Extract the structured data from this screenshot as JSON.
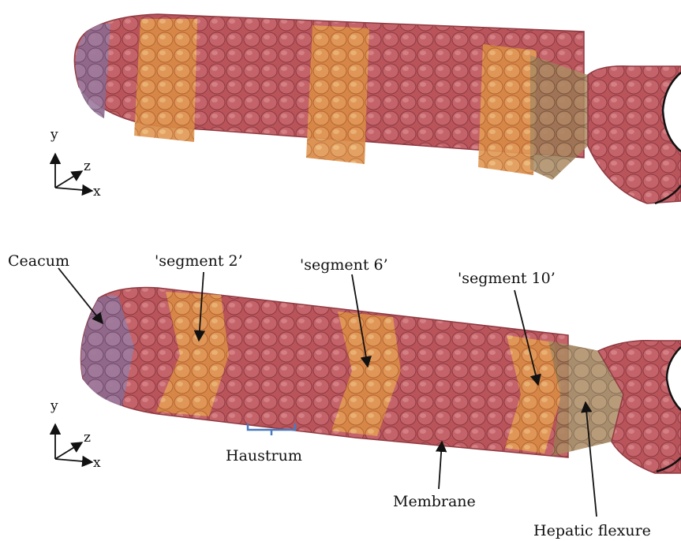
{
  "colors": {
    "membrane": "#b8545a",
    "membrane_dark": "#8f3a42",
    "membrane_light": "#d77d80",
    "segment": "#d98a45",
    "segment_edge": "#e8b460",
    "caecum": "#8d6a8f",
    "flexure": "#9a7a55",
    "haustrum_bracket": "#4a7ac0",
    "arrow": "#111111"
  },
  "top_panel": {
    "axes": {
      "y": "y",
      "z": "z",
      "x": "x"
    }
  },
  "bottom_panel": {
    "axes": {
      "y": "y",
      "z": "z",
      "x": "x"
    },
    "labels": {
      "ceacum": "Ceacum",
      "segment2": "'segment 2’",
      "segment6": "'segment 6’",
      "segment10": "'segment 10’",
      "haustrum": "Haustrum",
      "membrane": "Membrane",
      "hepatic_flexure": "Hepatic flexure"
    }
  }
}
